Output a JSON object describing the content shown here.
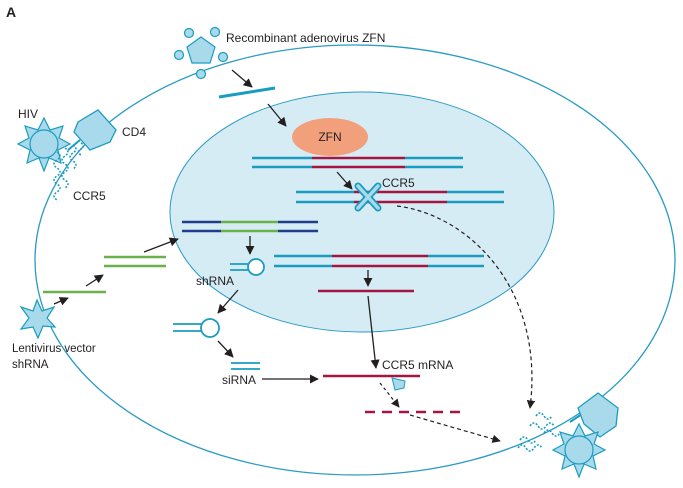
{
  "panel_label": "A",
  "labels": {
    "adenovirus": "Recombinant adenovirus ZFN",
    "zfn": "ZFN",
    "hiv": "HIV",
    "cd4": "CD4",
    "ccr5_surface": "CCR5",
    "ccr5_gene": "CCR5",
    "lentivirus_line1": "Lentivirus vector",
    "lentivirus_line2": "shRNA",
    "shrna": "shRNA",
    "sirna": "siRNA",
    "ccr5_mrna": "CCR5 mRNA"
  },
  "colors": {
    "outline": "#2a9bc4",
    "teal_dna": "#1a9cc0",
    "navy_dna": "#1f3f8c",
    "green_dna": "#6ab04c",
    "ccr5_red": "#a3163f",
    "nucleus_fill": "#d6ecf5",
    "zfn_fill": "#f2a07b",
    "icon_fill": "#a9daec",
    "arrow": "#231f20"
  }
}
